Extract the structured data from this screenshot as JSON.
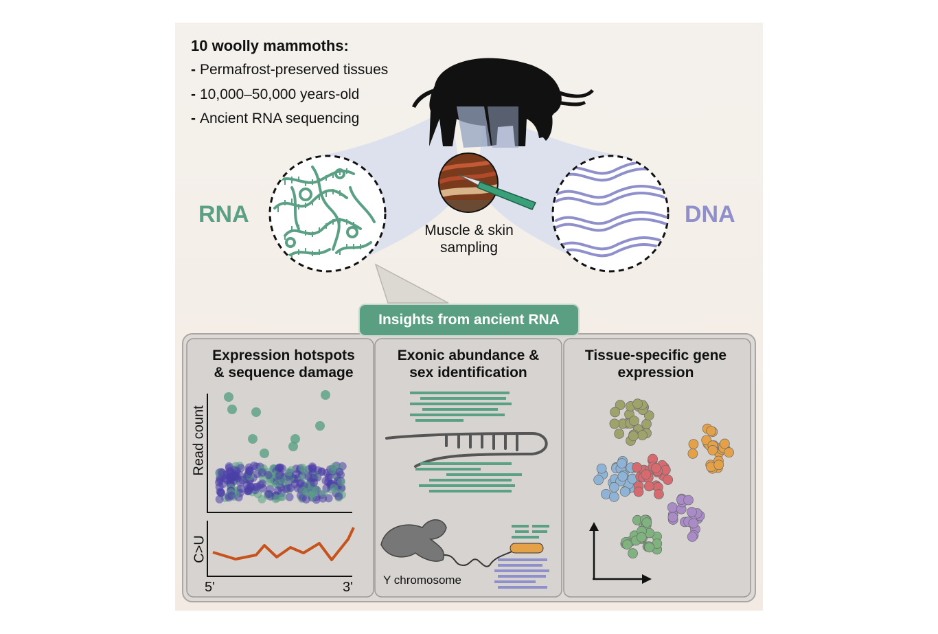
{
  "intro": {
    "title": "10 woolly mammoths:",
    "items": [
      {
        "dash": "-",
        "text": "Permafrost-preserved tissues"
      },
      {
        "dash": "-",
        "text": "10,000–50,000 years-old"
      },
      {
        "dash": "-",
        "text": "Ancient RNA sequencing"
      }
    ]
  },
  "labels": {
    "rna": "RNA",
    "dna": "DNA",
    "sampling_line1": "Muscle & skin",
    "sampling_line2": "sampling"
  },
  "insights_banner": "Insights from ancient RNA",
  "panels": [
    {
      "title_line1": "Expression hotspots",
      "title_line2": "& sequence damage",
      "y_label_top": "Read count",
      "y_label_bottom": "C>U",
      "x_start": "5'",
      "x_end": "3'"
    },
    {
      "title_line1": "Exonic abundance &",
      "title_line2": "sex identification",
      "chromosome_label": "Y chromosome"
    },
    {
      "title_line1": "Tissue-specific gene",
      "title_line2": "expression"
    }
  ],
  "colors": {
    "rna_green": "#5aa085",
    "dna_purple": "#8e8fcb",
    "damage_orange": "#c8521b",
    "cluster_olive": "#9ea36c",
    "cluster_orange": "#e4a148",
    "cluster_blue": "#8fb3d5",
    "cluster_red": "#d66a6f",
    "cluster_purple": "#a98bc8",
    "cluster_green": "#7fb27e"
  },
  "icons": [
    "mammoth-silhouette",
    "scalpel-icon",
    "rna-strands-icon",
    "dna-strands-icon",
    "hairpin-rna-icon",
    "y-chromosome-icon"
  ]
}
